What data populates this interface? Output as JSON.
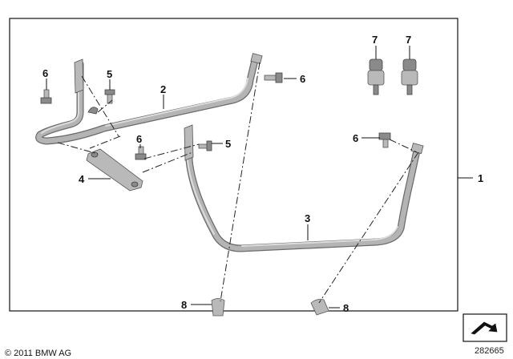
{
  "callouts": {
    "c1": "1",
    "c2": "2",
    "c3": "3",
    "c4": "4",
    "c5a": "5",
    "c5b": "5",
    "c6a": "6",
    "c6b": "6",
    "c6c": "6",
    "c6d": "6",
    "c7a": "7",
    "c7b": "7",
    "c8a": "8",
    "c8b": "8"
  },
  "footer": {
    "copyright": "© 2011 BMW AG",
    "diagram_id": "282665"
  },
  "icons": {
    "direction": "arrow-direction-icon"
  }
}
